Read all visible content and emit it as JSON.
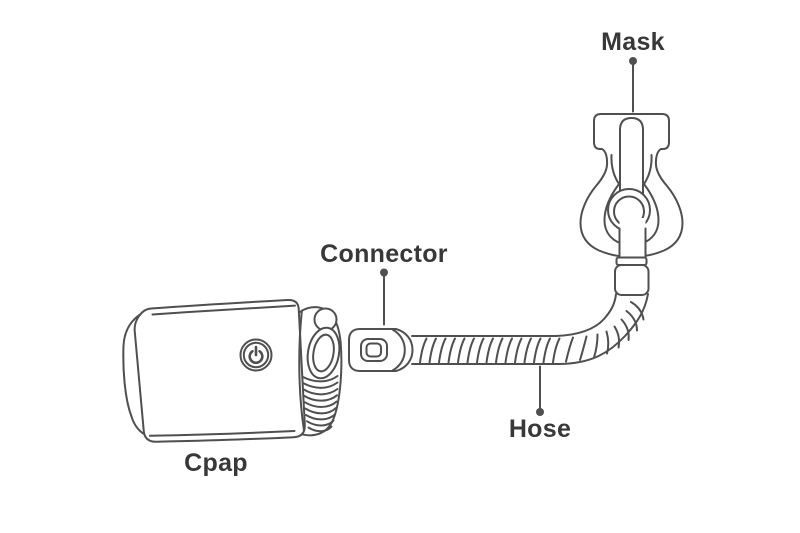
{
  "diagram": {
    "colors": {
      "line": "#4f4f4f",
      "text": "#383838",
      "background": "#ffffff"
    },
    "labels": {
      "mask": "Mask",
      "connector": "Connector",
      "hose": "Hose",
      "cpap": "Cpap"
    }
  }
}
